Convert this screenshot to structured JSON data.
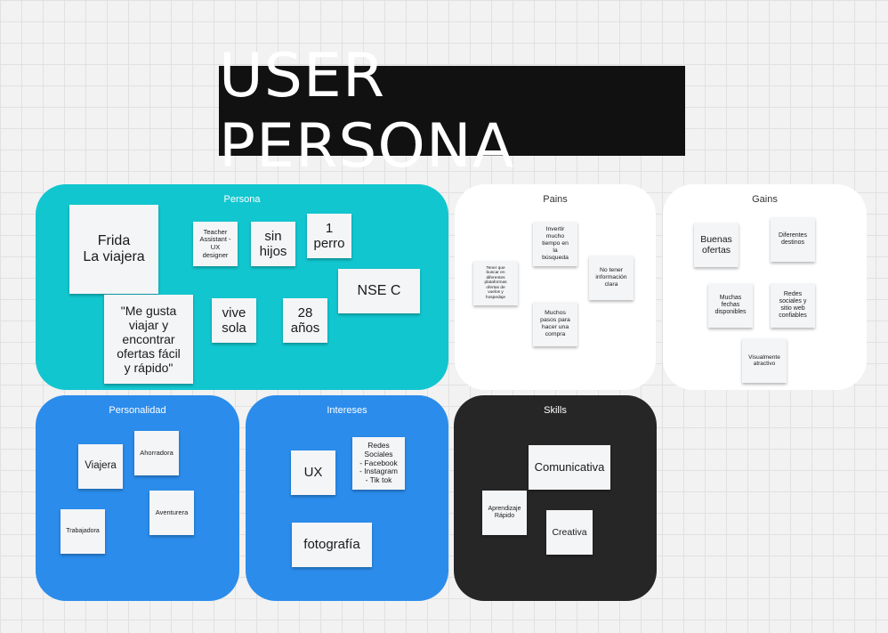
{
  "title": "USER PERSONA",
  "panels": {
    "persona": {
      "label": "Persona",
      "notes": {
        "name": "Frida\nLa viajera",
        "occupation": "Teacher\nAssistant -\nUX\ndesigner",
        "children": "sin\nhijos",
        "pet": "1\nperro",
        "nse": "NSE C",
        "quote": "\"Me gusta\nviajar y\nencontrar\nofertas fácil\ny rápido\"",
        "living": "vive\nsola",
        "age": "28\naños"
      }
    },
    "pains": {
      "label": "Pains",
      "notes": {
        "search_time": "Invertir\nmucho\ntiempo en\nla\nbúsqueda",
        "platforms": "Tener que\nbuscar en\ndiferentes\nplataformas\nofertas de\nvuelos y\nhospedaje",
        "no_info": "No tener\ninformación\nclara",
        "steps": "Muchos\npasos para\nhacer una\ncompra"
      }
    },
    "gains": {
      "label": "Gains",
      "notes": {
        "offers": "Buenas\nofertas",
        "destinations": "Diferentes\ndestinos",
        "dates": "Muchas\nfechas\ndisponibles",
        "social": "Redes\nsociales y\nsitio web\nconfiables",
        "visual": "Visualmente\natractivo"
      }
    },
    "personalidad": {
      "label": "Personalidad",
      "notes": {
        "viajera": "Viajera",
        "ahorradora": "Ahorradora",
        "aventurera": "Aventurera",
        "trabajadora": "Trabajadora"
      }
    },
    "intereses": {
      "label": "Intereses",
      "notes": {
        "ux": "UX",
        "redes": "Redes\nSociales\n- Facebook\n- Instagram\n- Tik tok",
        "foto": "fotografía"
      }
    },
    "skills": {
      "label": "Skills",
      "notes": {
        "comunicativa": "Comunicativa",
        "aprendizaje": "Aprendizaje\nRápido",
        "creativa": "Creativa"
      }
    }
  },
  "colors": {
    "persona_panel": "#12c6cf",
    "blue_panel": "#2b8ceb",
    "skills_panel": "#262626",
    "white_panel": "#ffffff",
    "title_bg": "#111111"
  }
}
